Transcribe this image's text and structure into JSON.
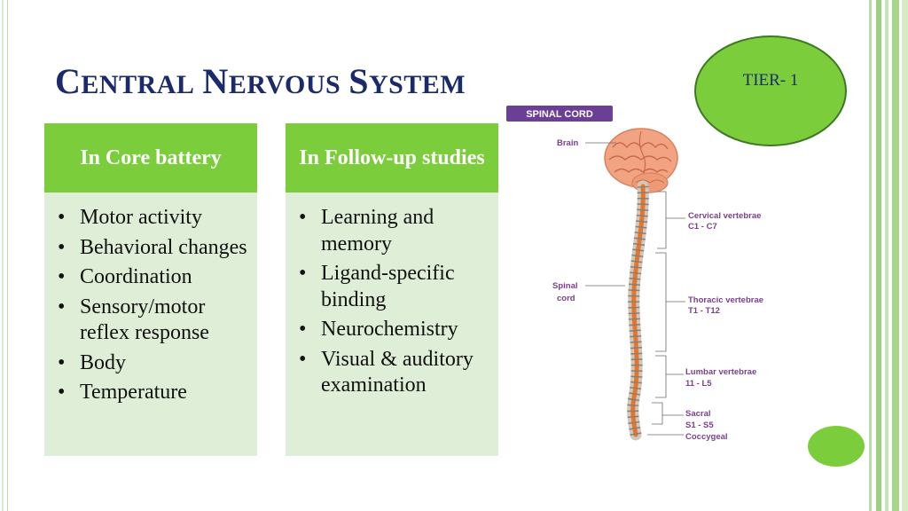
{
  "slide": {
    "title_word1_cap": "C",
    "title_word1_rest": "entral",
    "title_word2_cap": "N",
    "title_word2_rest": "ervous",
    "title_word3_cap": "S",
    "title_word3_rest": "ystem",
    "tier_label": "TIER- 1"
  },
  "columns": [
    {
      "heading": "In Core battery",
      "items": [
        "Motor activity",
        "Behavioral changes",
        "Coordination",
        "Sensory/motor reflex response",
        "Body",
        "Temperature"
      ]
    },
    {
      "heading": "In Follow-up studies",
      "items": [
        "Learning and memory",
        "Ligand-specific binding",
        "Neurochemistry",
        "Visual & auditory examination"
      ]
    }
  ],
  "bullet_char": "•",
  "diagram": {
    "badge": "SPINAL CORD",
    "brain": "Brain",
    "spinal_1": "Spinal",
    "spinal_2": "cord",
    "cervical": "Cervical vertebrae",
    "cervical_range": "C1 - C7",
    "thoracic": "Thoracic vertebrae",
    "thoracic_range": "T1 - T12",
    "lumbar": "Lumbar vertebrae",
    "lumbar_range": "11 - L5",
    "sacral": "Sacral",
    "sacral_range": "S1 - S5",
    "coccygeal": "Coccygeal"
  },
  "colors": {
    "green": "#7ccd3c",
    "green_light": "#dfeed6",
    "title_blue": "#1b2a6b",
    "badge_purple": "#6b3f96",
    "label_purple": "#7a3f8e",
    "brain_pink": "#f2a382",
    "spine_orange": "#e8752a"
  }
}
